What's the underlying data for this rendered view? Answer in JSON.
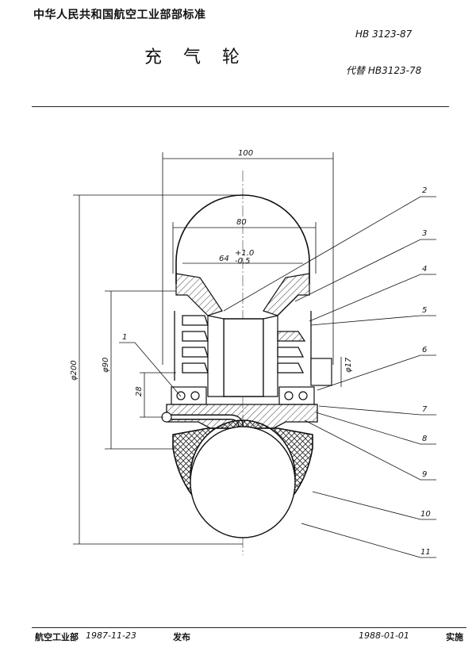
{
  "header": {
    "organization": "中华人民共和国航空工业部部标准",
    "title": "充 气 轮",
    "standard_code": "HB 3123-87",
    "replaces": "代替 HB3123-78"
  },
  "drawing": {
    "dimensions": {
      "overall_width": "100",
      "inner_width": "80",
      "hub_width": "64",
      "hub_tol_upper": "+1.0",
      "hub_tol_lower": "-0.5",
      "outer_dia": "φ200",
      "hub_dia": "φ90",
      "height_28": "28",
      "bore_dia": "φ17"
    },
    "balloons": [
      "1",
      "2",
      "3",
      "4",
      "5",
      "6",
      "7",
      "8",
      "9",
      "10",
      "11"
    ]
  },
  "footer": {
    "issuer": "航空工业部",
    "issue_date": "1987-11-23",
    "published_label": "发布",
    "effective_date": "1988-01-01",
    "implement_label": "实施"
  }
}
